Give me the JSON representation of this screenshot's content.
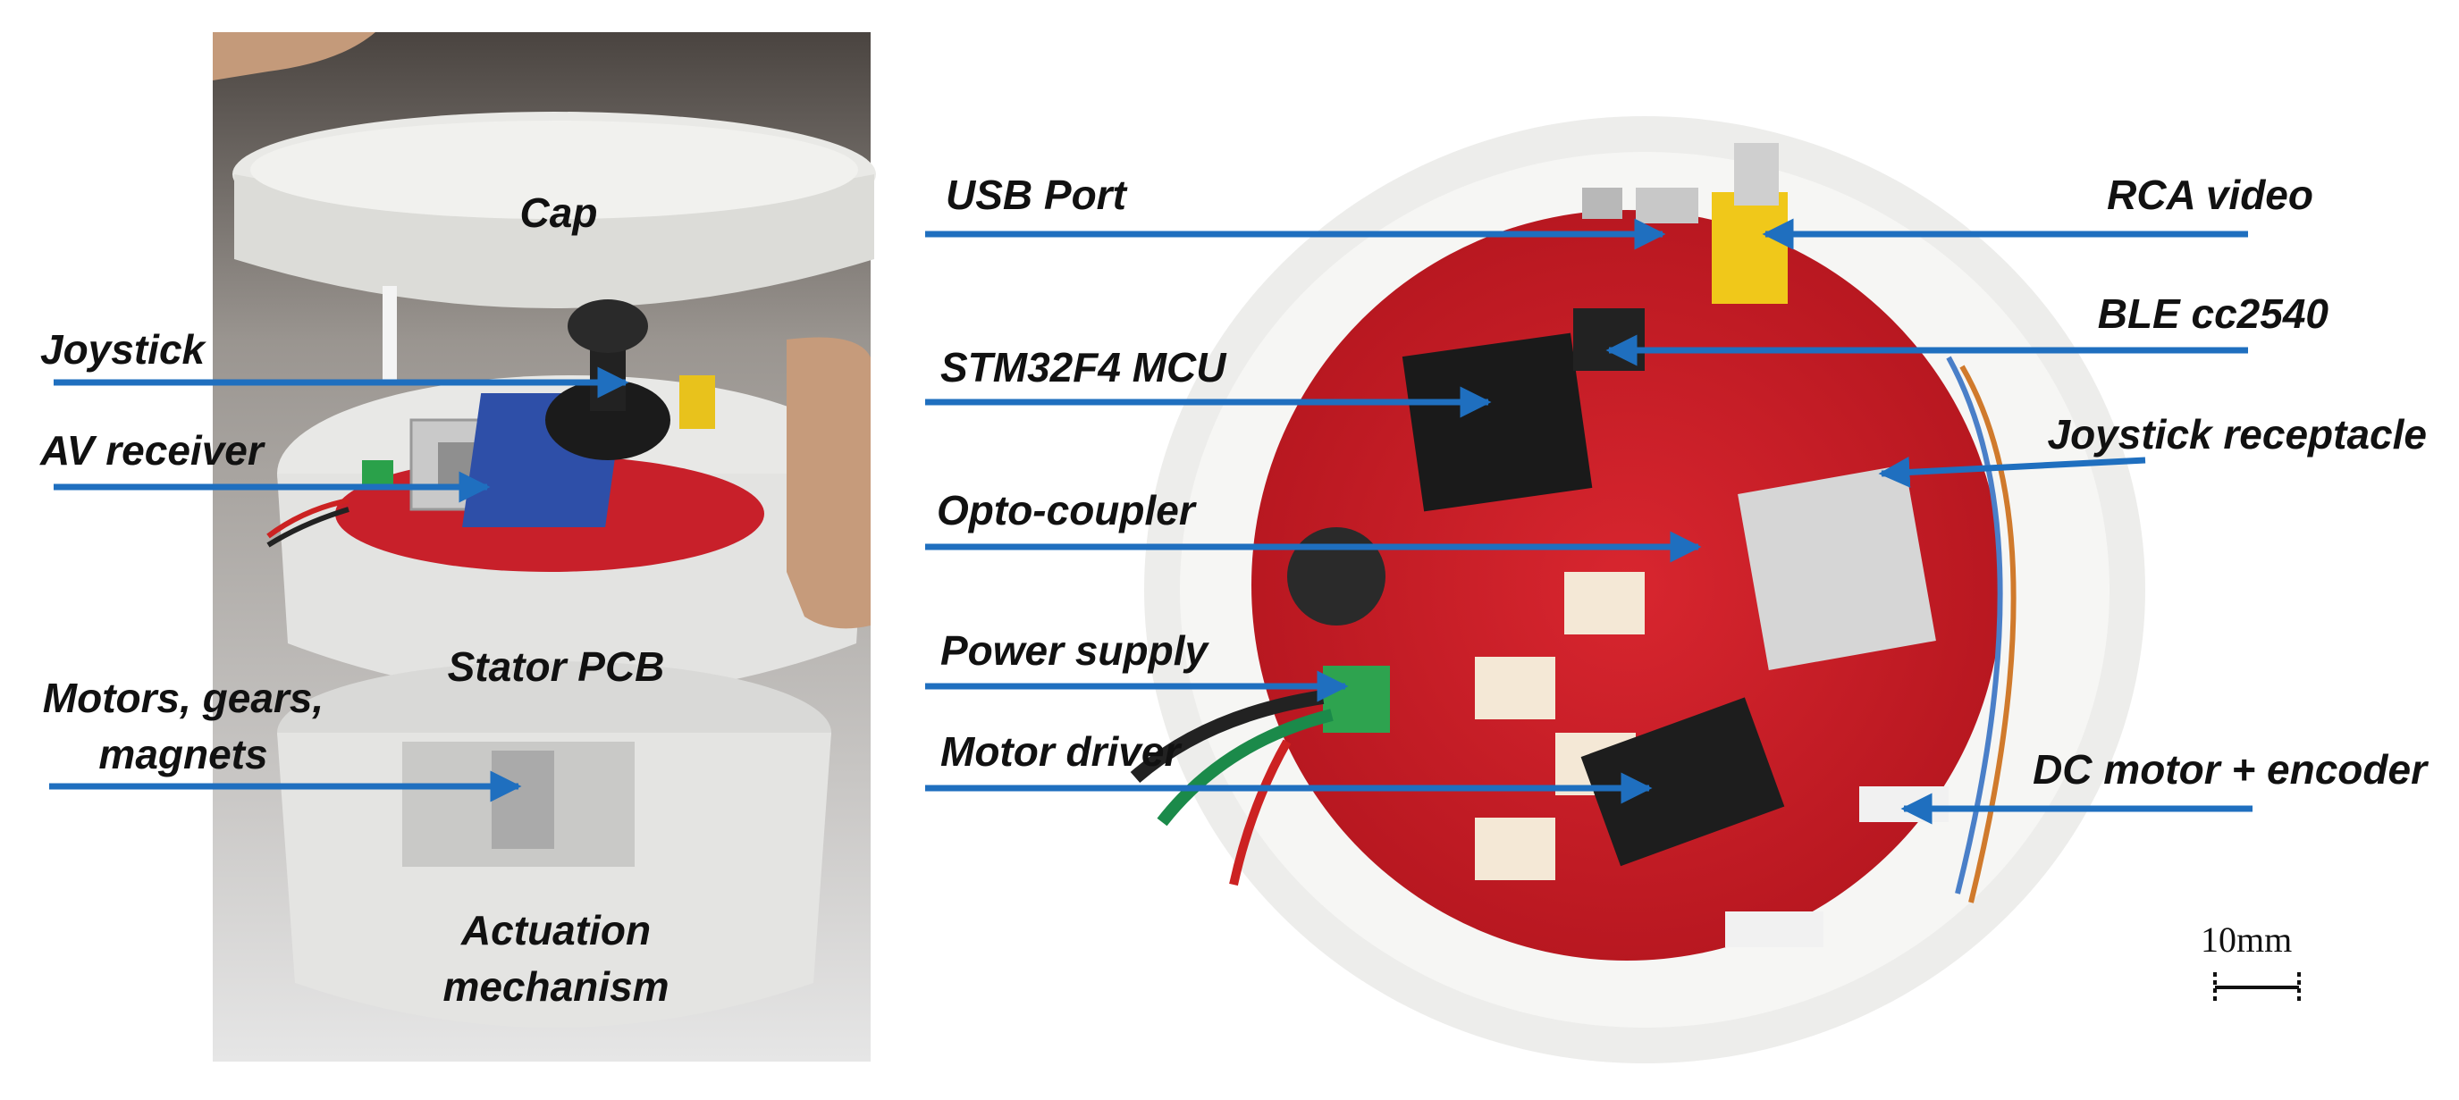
{
  "colors": {
    "arrow": "#1f6fbf",
    "pcb_red": "#c8202a",
    "plastic_white": "#eeeeee",
    "label_text": "#111111"
  },
  "left_photo": {
    "labels": {
      "cap": "Cap",
      "joystick": "Joystick",
      "av_receiver": "AV receiver",
      "stator_pcb": "Stator PCB",
      "motors_line1": "Motors, gears,",
      "motors_line2": "magnets",
      "actuation_line1": "Actuation",
      "actuation_line2": "mechanism"
    }
  },
  "right_photo": {
    "labels": {
      "usb_port": "USB Port",
      "stm32": "STM32F4 MCU",
      "opto": "Opto-coupler",
      "power": "Power supply",
      "motor_driver": "Motor driver",
      "rca": "RCA video",
      "ble": "BLE cc2540",
      "joystick_receptacle": "Joystick receptacle",
      "dc_motor": "DC motor + encoder"
    },
    "scale_bar": "10mm"
  }
}
